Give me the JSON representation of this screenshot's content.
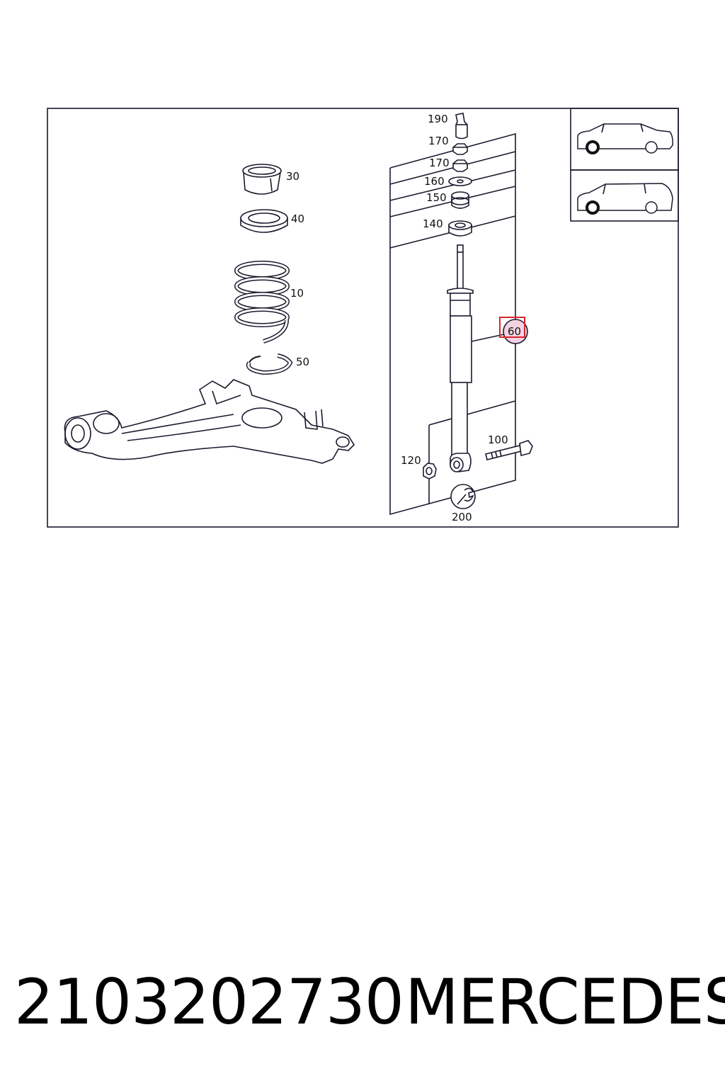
{
  "diagram": {
    "callouts": {
      "c10": "10",
      "c30": "30",
      "c40": "40",
      "c50": "50",
      "c60": "60",
      "c100": "100",
      "c120": "120",
      "c140": "140",
      "c150": "150",
      "c160": "160",
      "c170a": "170",
      "c170b": "170",
      "c190": "190",
      "c200": "200"
    },
    "highlight_color": "#d9262c",
    "highlight_fill": "#f3d2e0",
    "icons": [
      "sedan-car-icon",
      "estate-car-icon",
      "wrench-icon"
    ]
  },
  "footer": {
    "part_number": "2103202730",
    "brand": "MERCEDES"
  }
}
